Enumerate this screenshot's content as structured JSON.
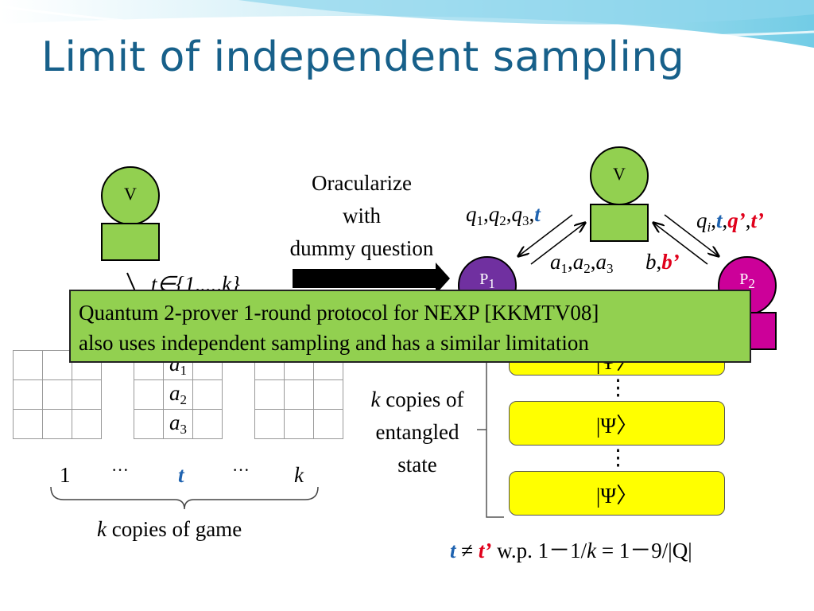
{
  "title": "Limit of independent sampling",
  "left": {
    "verifier_label": "V",
    "t_in_set": "t∈{1,...,k}",
    "answers": [
      "a",
      "a",
      "a"
    ],
    "answer_subs": [
      "1",
      "2",
      "3"
    ],
    "index_1": "1",
    "dots_1": "···",
    "index_t": "t",
    "dots_2": "···",
    "index_k": "k",
    "copies_k": "k",
    "copies_text": " copies of game"
  },
  "middle": {
    "oracularize_line1": "Oracularize",
    "oracularize_line2": "with",
    "oracularize_line3": "dummy question",
    "copies_k": "k",
    "copies_line1": " copies of",
    "copies_line2": "entangled",
    "copies_line3": "state"
  },
  "right": {
    "verifier_label": "V",
    "p1_label": "P",
    "p1_sub": "1",
    "p2_label": "P",
    "p2_sub": "2",
    "q_left": {
      "q": "q",
      "s1": "1",
      "s2": "2",
      "s3": "3",
      "t": "t"
    },
    "a_left": {
      "a": "a",
      "s1": "1",
      "s2": "2",
      "s3": "3"
    },
    "q_right": {
      "q": "q",
      "si": "i",
      "t": "t",
      "qp": "q’",
      "tp": "t’"
    },
    "b_right": {
      "b": "b",
      "bp": "b’"
    },
    "psi": "|Ψ〉",
    "vdots": "⋮",
    "bottom": {
      "t": "t",
      "neq": " ≠ ",
      "tp": "t’",
      "wp": " w.p. 1－1/",
      "k": "k",
      "rest": " = 1－9/|Q|"
    }
  },
  "callout": {
    "line1": "Quantum 2-prover 1-round protocol for NEXP [KKMTV08]",
    "line2": "also uses independent sampling and has a similar limitation"
  },
  "colors": {
    "title": "#17608a",
    "green": "#92d050",
    "yellow": "#ffff00",
    "purple": "#7030a0",
    "magenta": "#cc0099",
    "blue": "#1f63b0",
    "red": "#e0001b"
  }
}
